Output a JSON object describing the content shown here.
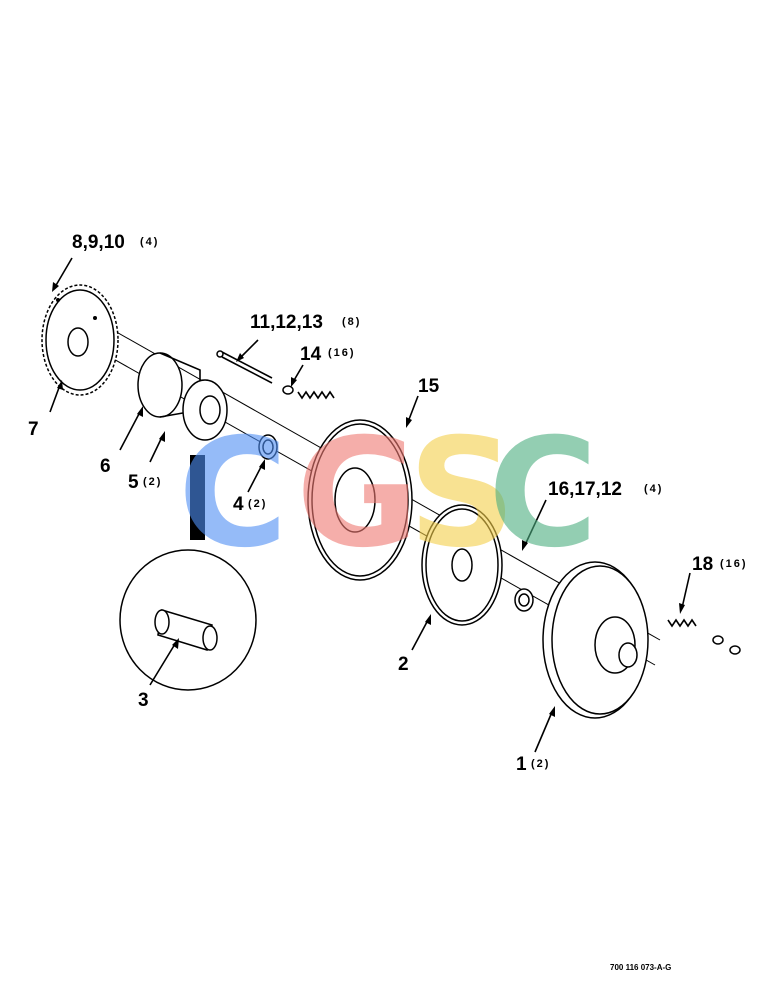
{
  "callouts": {
    "c8_9_10": {
      "label": "8,9,10",
      "qty": "(4)"
    },
    "c11_12_13": {
      "label": "11,12,13",
      "qty": "(8)"
    },
    "c14": {
      "label": "14",
      "qty": "(16)"
    },
    "c15": {
      "label": "15",
      "qty": ""
    },
    "c7": {
      "label": "7",
      "qty": ""
    },
    "c6": {
      "label": "6",
      "qty": ""
    },
    "c5": {
      "label": "5",
      "qty": "(2)"
    },
    "c4": {
      "label": "4",
      "qty": "(2)"
    },
    "c16_17_12": {
      "label": "16,17,12",
      "qty": "(4)"
    },
    "c18": {
      "label": "18",
      "qty": "(16)"
    },
    "c3": {
      "label": "3",
      "qty": ""
    },
    "c2": {
      "label": "2",
      "qty": ""
    },
    "c1": {
      "label": "1",
      "qty": "(2)"
    }
  },
  "watermark": {
    "letters": [
      "C",
      "G",
      "S",
      "C"
    ],
    "colors": [
      "#4f8ff5",
      "#f07a73",
      "#f5cf4a",
      "#4cae80"
    ]
  },
  "footer": {
    "drawing_number": "700 116 073-A-G"
  }
}
